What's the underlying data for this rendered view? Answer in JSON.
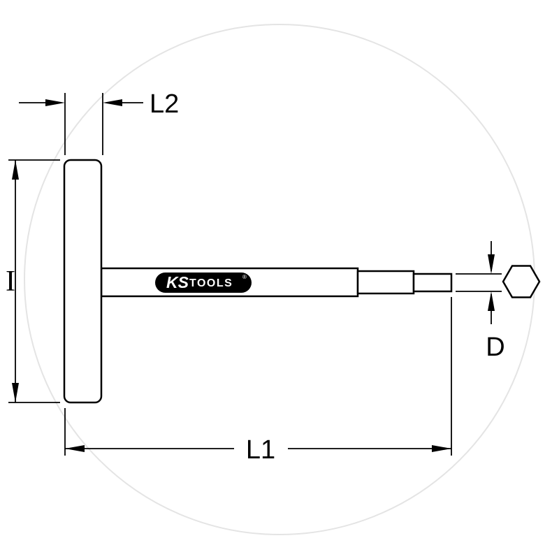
{
  "drawing": {
    "labels": {
      "l2": "L2",
      "i": "I",
      "l1": "L1",
      "d": "D"
    },
    "logo": {
      "ks": "KS",
      "tools": "TOOLS",
      "registered": "®"
    },
    "colors": {
      "line": "#000000",
      "watermark": "#e4e4e4",
      "logo_background": "#000000",
      "logo_text": "#ffffff",
      "background": "#ffffff"
    }
  }
}
